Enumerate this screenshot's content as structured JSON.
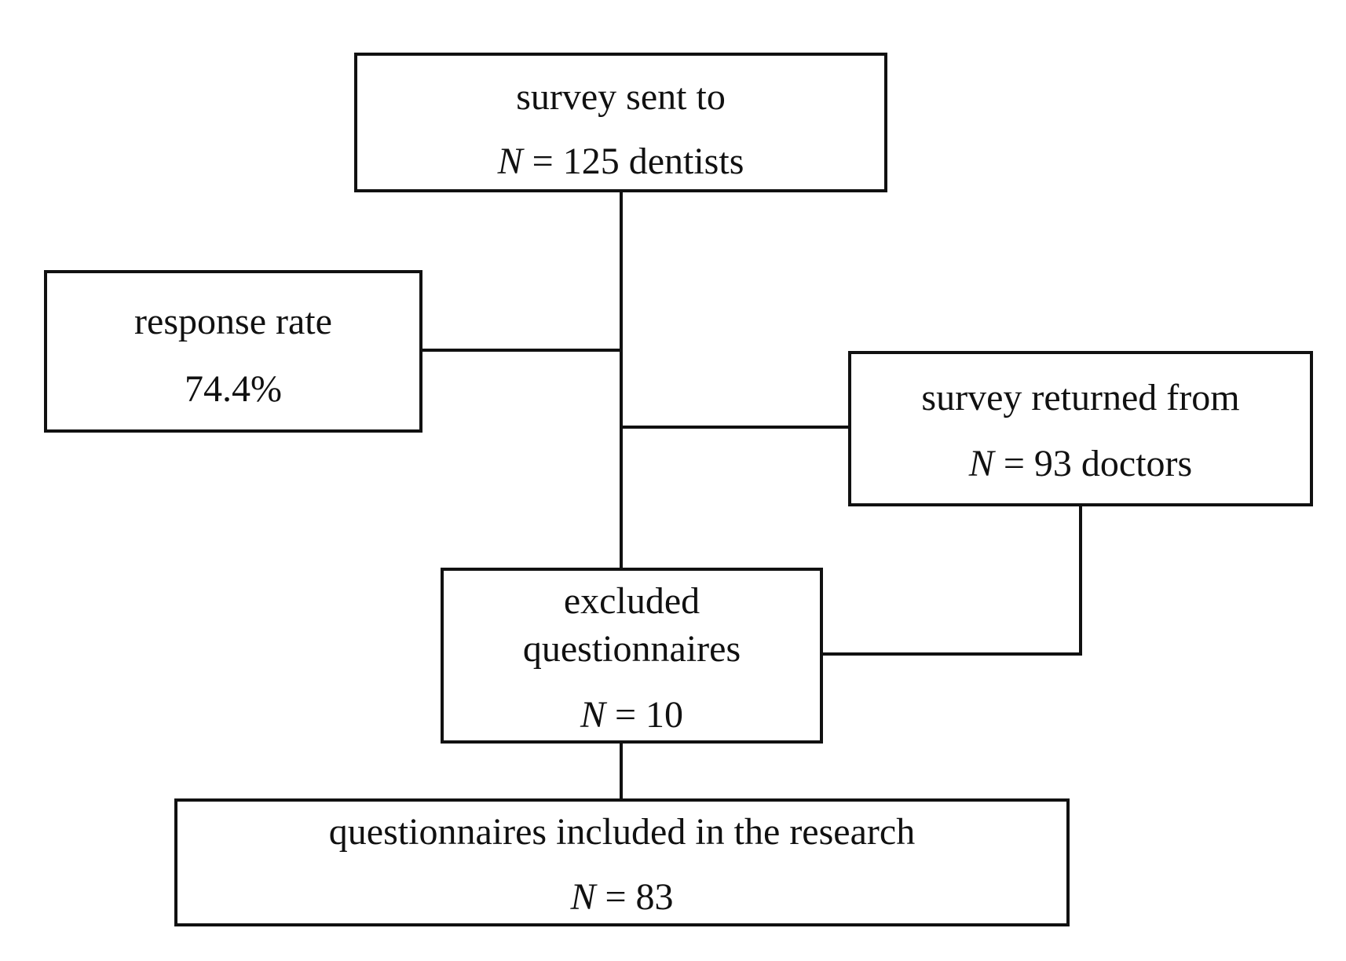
{
  "nodes": {
    "sent": {
      "line1": "survey sent to",
      "n_symbol": "N",
      "n_rest": "= 125 dentists"
    },
    "response": {
      "line1": "response rate",
      "line2": "74.4%"
    },
    "returned": {
      "line1": "survey returned from",
      "n_symbol": "N",
      "n_rest": "= 93 doctors"
    },
    "excluded": {
      "line1": "excluded",
      "line2": "questionnaires",
      "n_symbol": "N",
      "n_rest": "= 10"
    },
    "included": {
      "line1": "questionnaires included in the research",
      "n_symbol": "N",
      "n_rest": "= 83"
    }
  },
  "edges": [
    {
      "from": "sent",
      "to": "excluded"
    },
    {
      "from": "response",
      "to": "sent-excluded-trunk"
    },
    {
      "from": "returned",
      "to": "sent-excluded-trunk"
    },
    {
      "from": "returned",
      "to": "excluded"
    },
    {
      "from": "excluded",
      "to": "included"
    }
  ]
}
